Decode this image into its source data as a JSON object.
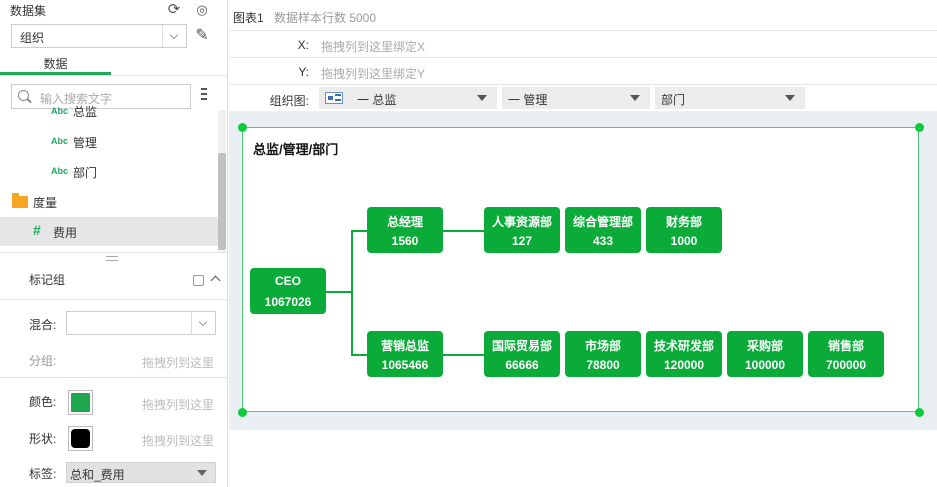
{
  "sidebar": {
    "dataset_header": "数据集",
    "dataset_select": "组织",
    "tab_data": "数据",
    "search_placeholder": "输入搜索文字",
    "dimensions": [
      {
        "type": "Abc",
        "label": "总监"
      },
      {
        "type": "Abc",
        "label": "管理"
      },
      {
        "type": "Abc",
        "label": "部门"
      }
    ],
    "measure_folder": "度量",
    "measure_field": {
      "symbol": "#",
      "label": "费用"
    }
  },
  "marks": {
    "title": "标记组",
    "mix_label": "混合:",
    "group_label": "分组:",
    "drop_hint": "拖拽列到这里",
    "color_label": "颜色:",
    "color_value": "#1fa84f",
    "shape_label": "形状:",
    "shape_value": "#000000",
    "tag_label": "标签:",
    "tag_value": "总和_费用"
  },
  "chart_header": {
    "title": "图表1",
    "sample_rows": "数据样本行数 5000"
  },
  "bindings": {
    "x_label": "X:",
    "x_placeholder": "拖拽列到这里绑定X",
    "y_label": "Y:",
    "y_placeholder": "拖拽列到这里绑定Y",
    "org_label": "组织图:",
    "levels": [
      "一 总监",
      "一 管理",
      "部门"
    ]
  },
  "chart_data": {
    "type": "tree",
    "title": "总监/管理/部门",
    "root": {
      "name": "CEO",
      "value": 1067026
    },
    "children": [
      {
        "name": "总经理",
        "value": 1560,
        "children": [
          {
            "name": "人事资源部",
            "value": 127
          },
          {
            "name": "综合管理部",
            "value": 433
          },
          {
            "name": "财务部",
            "value": 1000
          }
        ]
      },
      {
        "name": "营销总监",
        "value": 1065466,
        "children": [
          {
            "name": "国际贸易部",
            "value": 66666
          },
          {
            "name": "市场部",
            "value": 78800
          },
          {
            "name": "技术研发部",
            "value": 120000
          },
          {
            "name": "采购部",
            "value": 100000
          },
          {
            "name": "销售部",
            "value": 700000
          }
        ]
      }
    ],
    "node_color": "#0bab3a"
  }
}
